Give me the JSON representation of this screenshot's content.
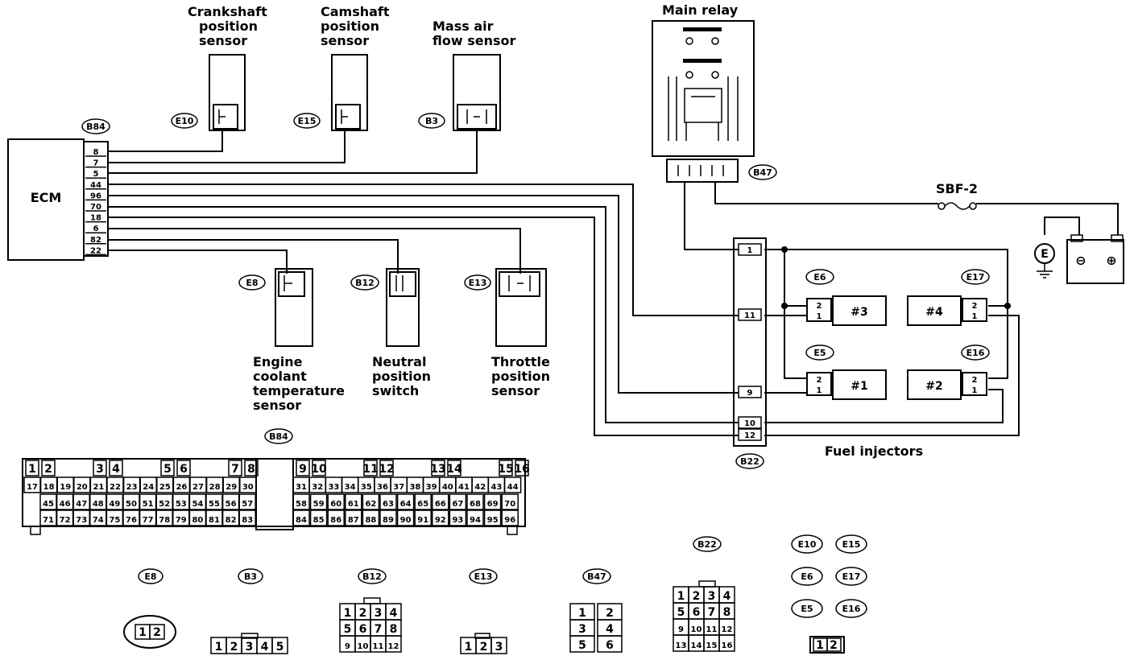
{
  "ecm": {
    "label": "ECM",
    "connector": "B84",
    "pins": [
      "8",
      "7",
      "5",
      "44",
      "96",
      "70",
      "18",
      "6",
      "82",
      "22"
    ]
  },
  "sensors": {
    "crankshaft": {
      "label": [
        "Crankshaft",
        "position",
        "sensor"
      ],
      "connector": "E10"
    },
    "camshaft": {
      "label": [
        "Camshaft",
        "position",
        "sensor"
      ],
      "connector": "E15"
    },
    "maf": {
      "label": [
        "Mass air",
        "flow sensor"
      ],
      "connector": "B3"
    },
    "coolant": {
      "label": [
        "Engine",
        "coolant",
        "temperature",
        "sensor"
      ],
      "connector": "E8"
    },
    "neutral": {
      "label": [
        "Neutral",
        "position",
        "switch"
      ],
      "connector": "B12"
    },
    "throttle": {
      "label": [
        "Throttle",
        "position",
        "sensor"
      ],
      "connector": "E13"
    }
  },
  "relay": {
    "label": "Main relay",
    "connector": "B47"
  },
  "fuse": {
    "label": "SBF-2"
  },
  "ground": {
    "symbol": "E"
  },
  "battery": {
    "minus": "⊖",
    "plus": "⊕"
  },
  "junction": {
    "connector": "B22",
    "pins": [
      "1",
      "11",
      "9",
      "10",
      "12"
    ]
  },
  "injectors": {
    "label": "Fuel injectors",
    "items": [
      {
        "name": "#3",
        "connector": "E6",
        "pins": [
          "2",
          "1"
        ]
      },
      {
        "name": "#4",
        "connector": "E17",
        "pins": [
          "2",
          "1"
        ]
      },
      {
        "name": "#1",
        "connector": "E5",
        "pins": [
          "2",
          "1"
        ]
      },
      {
        "name": "#2",
        "connector": "E16",
        "pins": [
          "2",
          "1"
        ]
      }
    ]
  },
  "b84_face": {
    "tag": "B84",
    "row1": [
      "1",
      "2",
      "",
      "3",
      "4",
      "",
      "5",
      "6",
      "",
      "7",
      "8",
      "",
      "9",
      "10",
      "",
      "11",
      "12",
      "",
      "13",
      "14",
      "",
      "15",
      "16"
    ],
    "row2": [
      "17",
      "18",
      "19",
      "20",
      "21",
      "22",
      "23",
      "24",
      "25",
      "26",
      "27",
      "28",
      "29",
      "30",
      "31",
      "32",
      "33",
      "34",
      "35",
      "36",
      "37",
      "38",
      "39",
      "40",
      "41",
      "42",
      "43",
      "44"
    ],
    "row3": [
      "45",
      "46",
      "47",
      "48",
      "49",
      "50",
      "51",
      "52",
      "53",
      "54",
      "55",
      "56",
      "57",
      "58",
      "59",
      "60",
      "61",
      "62",
      "63",
      "64",
      "65",
      "66",
      "67",
      "68",
      "69",
      "70"
    ],
    "row4": [
      "71",
      "72",
      "73",
      "74",
      "75",
      "76",
      "77",
      "78",
      "79",
      "80",
      "81",
      "82",
      "83",
      "84",
      "85",
      "86",
      "87",
      "88",
      "89",
      "90",
      "91",
      "92",
      "93",
      "94",
      "95",
      "96"
    ]
  },
  "faces": {
    "e8": {
      "tag": "E8",
      "pins": [
        "1",
        "2"
      ]
    },
    "b3": {
      "tag": "B3",
      "pins": [
        "1",
        "2",
        "3",
        "4",
        "5"
      ]
    },
    "b12": {
      "tag": "B12",
      "pins": [
        "1",
        "2",
        "3",
        "4",
        "5",
        "6",
        "7",
        "8",
        "9",
        "10",
        "11",
        "12"
      ]
    },
    "e13": {
      "tag": "E13",
      "pins": [
        "1",
        "2",
        "3"
      ]
    },
    "b47": {
      "tag": "B47",
      "pins": [
        "1",
        "2",
        "3",
        "4",
        "5",
        "6"
      ]
    },
    "b22": {
      "tag": "B22",
      "pins": [
        "1",
        "2",
        "3",
        "4",
        "5",
        "6",
        "7",
        "8",
        "9",
        "10",
        "11",
        "12",
        "13",
        "14",
        "15",
        "16"
      ]
    },
    "small_tags": [
      "E10",
      "E15",
      "E6",
      "E17",
      "E5",
      "E16"
    ],
    "small_pins": [
      "1",
      "2"
    ]
  }
}
